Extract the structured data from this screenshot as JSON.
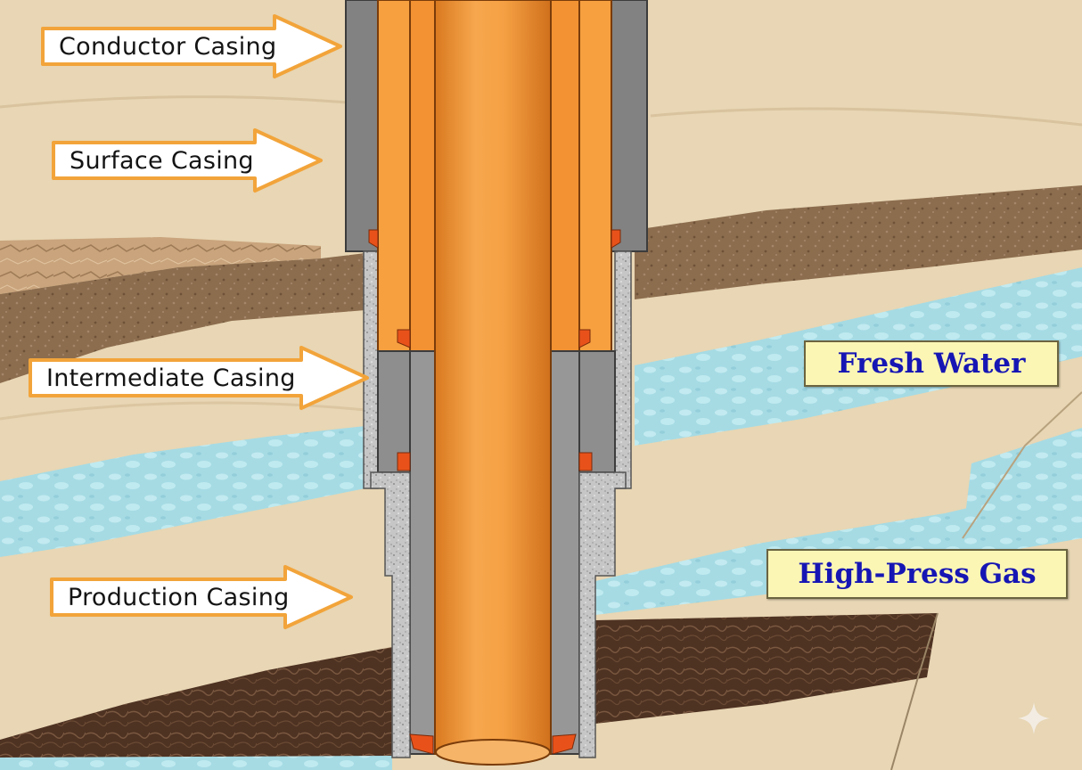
{
  "labels": {
    "conductor": "Conductor Casing",
    "surface": "Surface Casing",
    "intermediate": "Intermediate Casing",
    "production": "Production Casing"
  },
  "zones": {
    "fresh_water": "Fresh Water",
    "high_press_gas": "High-Press Gas"
  },
  "colors": {
    "background_rock": "#e8d6b4",
    "shale_brown": "#8a6a4c",
    "dark_shale": "#4e3222",
    "water_blue": "#a6dbe4",
    "casing_orange": "#f59a3a",
    "casing_gray": "#8c8c8c",
    "cement_gray": "#c4c4c4",
    "label_border": "#f2a43a",
    "zone_label_fill": "#fbf6b4",
    "zone_label_text": "#1616b4"
  },
  "icons": {
    "sparkle": "sparkle-icon"
  }
}
